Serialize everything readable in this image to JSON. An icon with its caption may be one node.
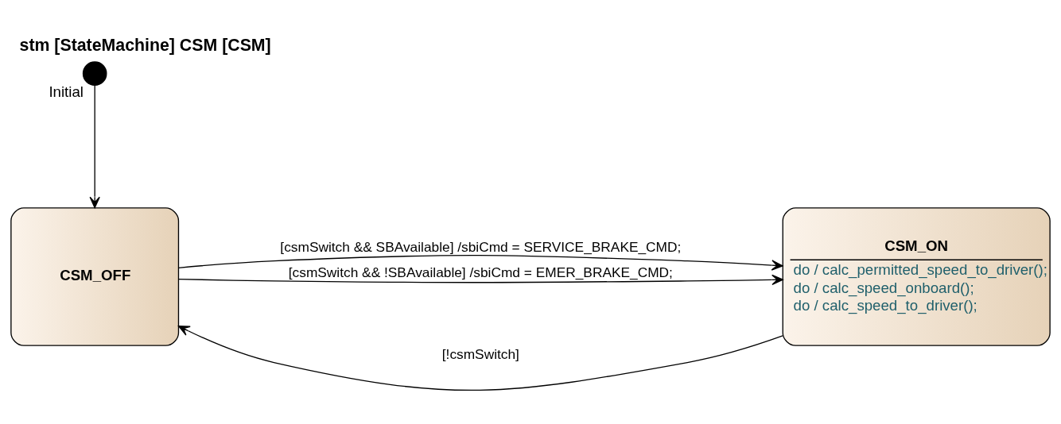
{
  "diagram": {
    "title": "stm [StateMachine] CSM [CSM]",
    "nodes": [
      {
        "text": [],
        "shape": "circle",
        "beside": [
          "Initial"
        ]
      },
      {
        "text": [
          "CSM_OFF"
        ]
      },
      {
        "text": [
          "CSM_ON",
          "do / calc_permitted_speed_to_driver();",
          "do / calc_speed_onboard();",
          "do / calc_speed_to_driver();"
        ]
      }
    ],
    "edges": [
      {
        "from": 0,
        "to": 1,
        "arrow": "to"
      },
      {
        "from": 2,
        "to": 1,
        "arrow": "to",
        "label": "[!csmSwitch]"
      },
      {
        "from": 1,
        "to": 2,
        "arrow": "to",
        "label": "[csmSwitch && SBAvailable] /sbiCmd = SERVICE_BRAKE_CMD;"
      },
      {
        "from": 1,
        "to": 2,
        "arrow": "to",
        "label": "[csmSwitch && !SBAvailable] /sbiCmd = EMER_BRAKE_CMD;"
      }
    ]
  }
}
